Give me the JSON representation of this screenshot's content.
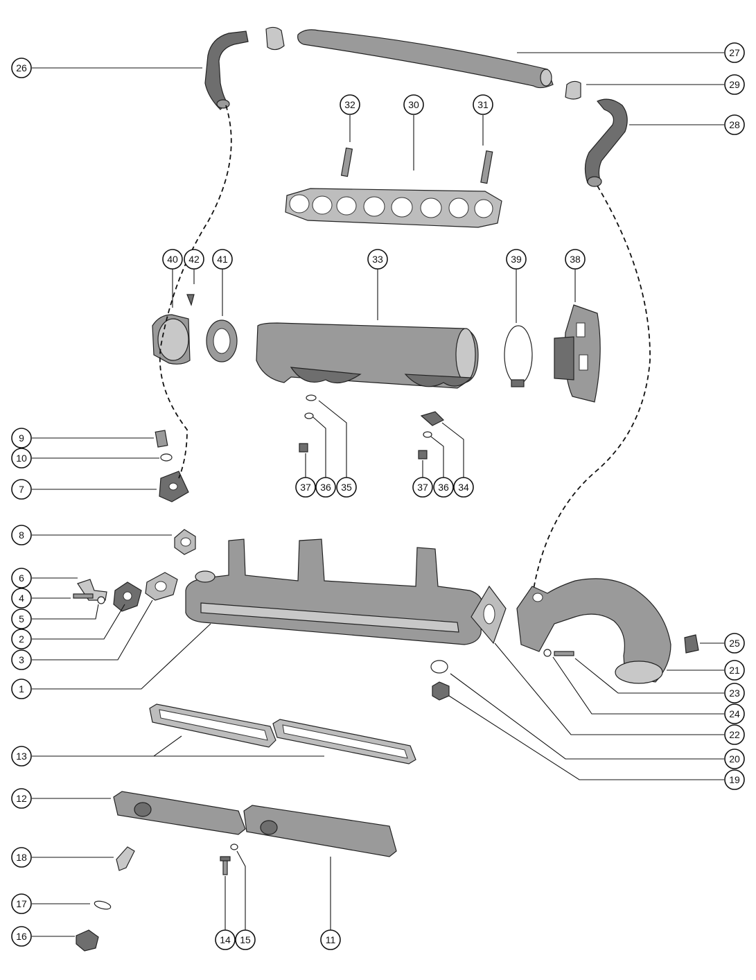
{
  "callouts": [
    "1",
    "2",
    "3",
    "4",
    "5",
    "6",
    "7",
    "8",
    "9",
    "10",
    "11",
    "12",
    "13",
    "14",
    "15",
    "16",
    "17",
    "18",
    "19",
    "20",
    "21",
    "22",
    "23",
    "24",
    "25",
    "26",
    "27",
    "28",
    "29",
    "30",
    "31",
    "32",
    "33",
    "34",
    "35",
    "36",
    "36",
    "37",
    "37",
    "38",
    "39",
    "40",
    "41",
    "42"
  ],
  "colors": {
    "ink": "#111111",
    "part_shade": "#8a8a8a",
    "background": "#ffffff"
  }
}
